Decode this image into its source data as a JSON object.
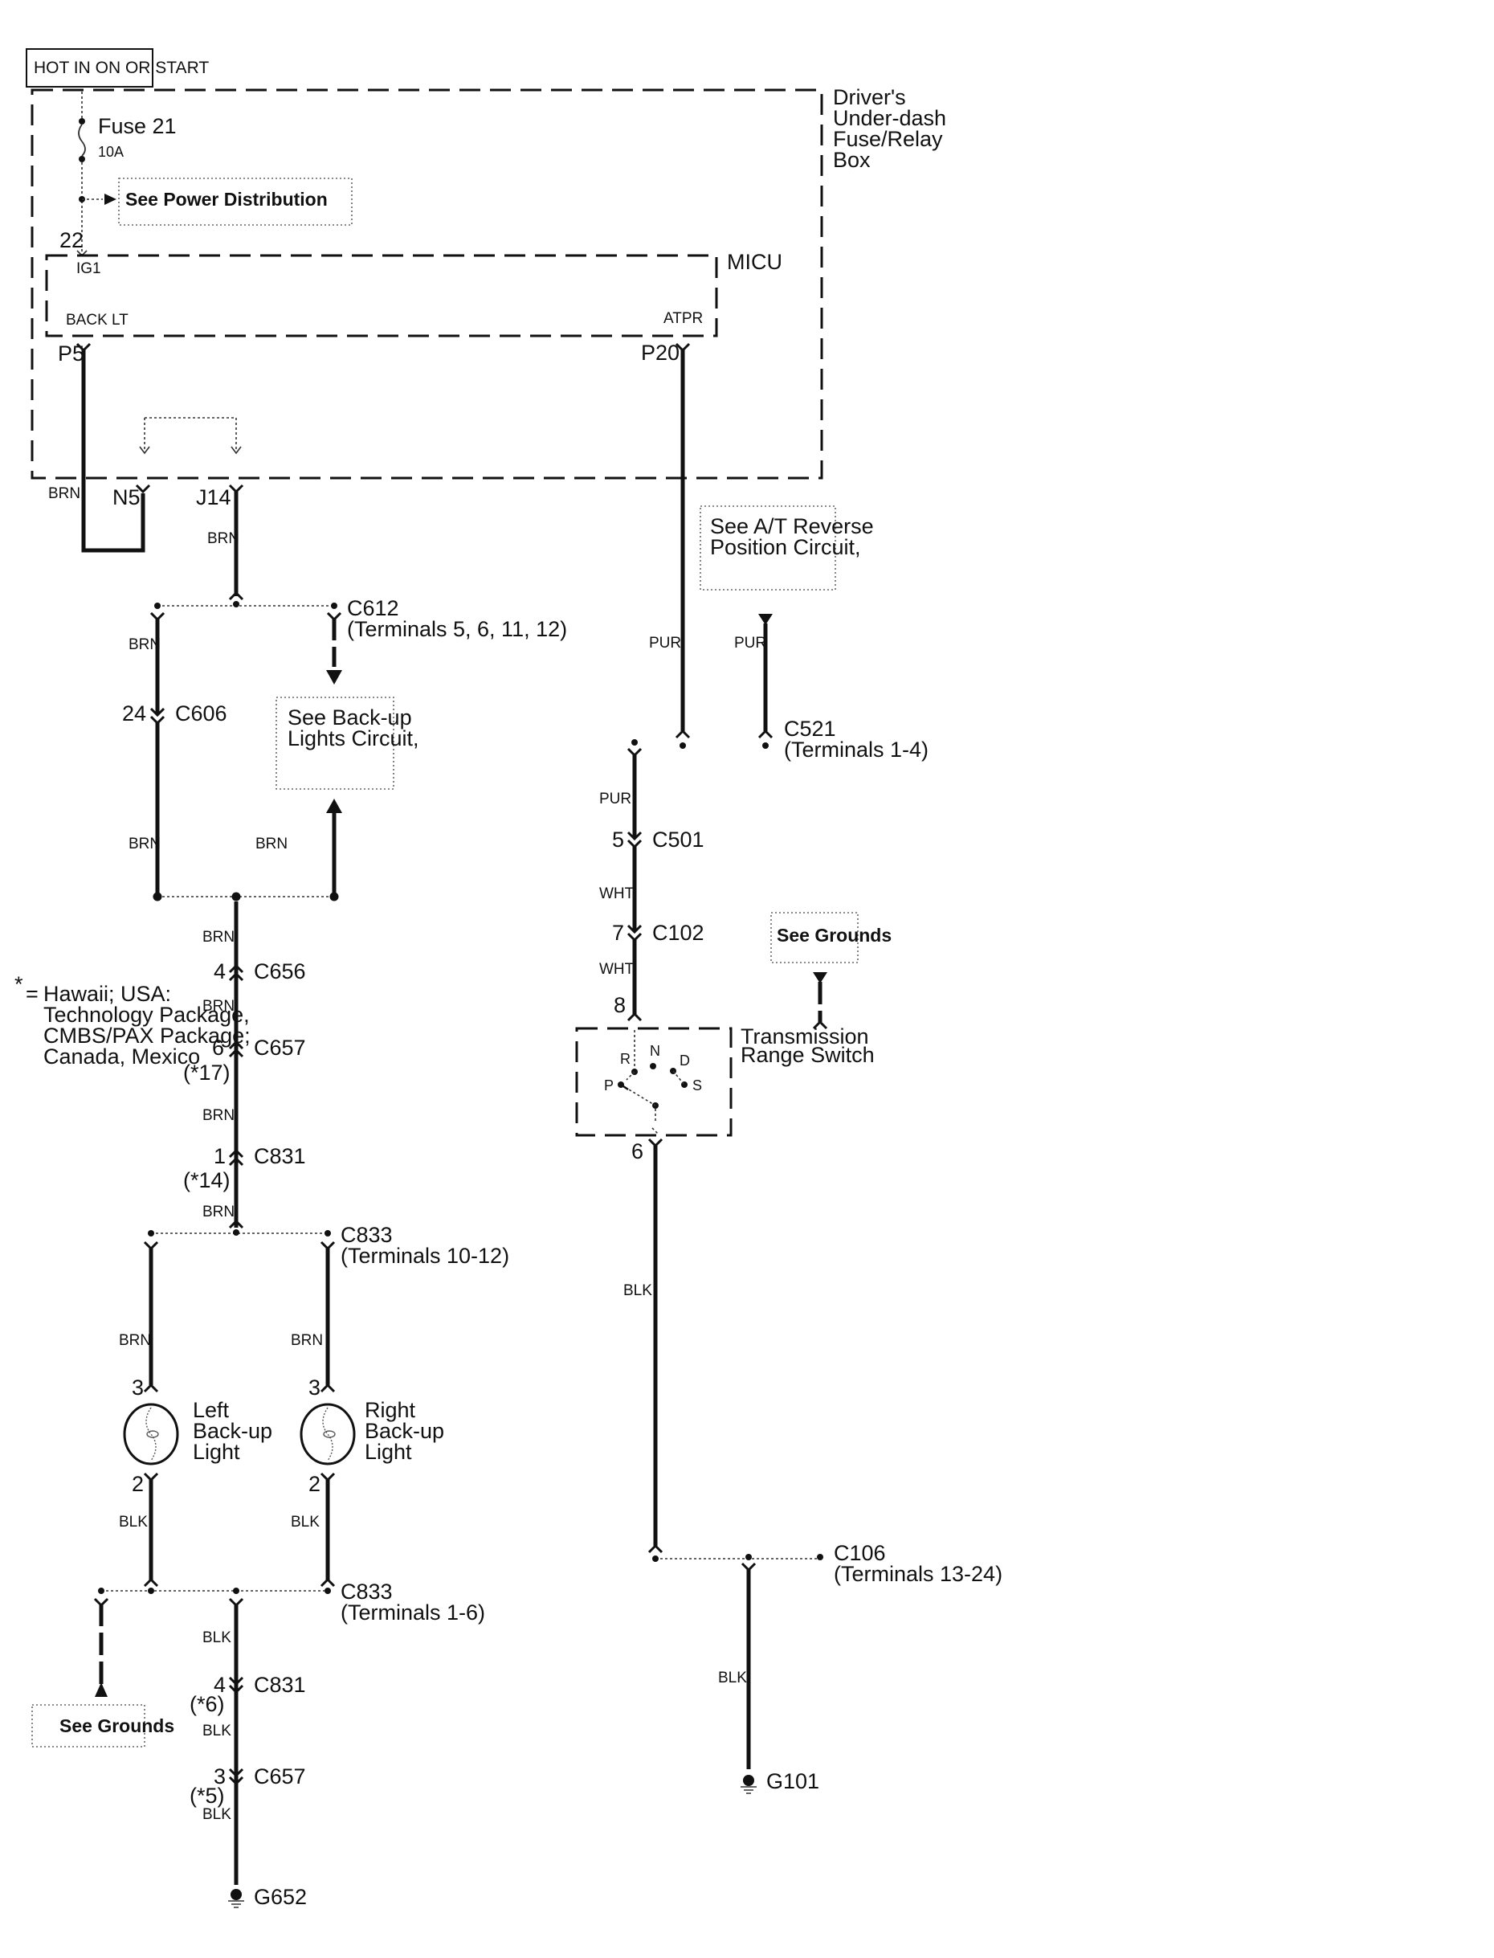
{
  "title_box": "HOT IN ON OR START",
  "fuse_box": {
    "label_lines": [
      "Driver's",
      "Under-dash",
      "Fuse/Relay",
      "Box"
    ],
    "fuse_name": "Fuse 21",
    "fuse_rating": "10A",
    "see_power": "See Power Distribution",
    "pin_22": "22"
  },
  "micu": {
    "label": "MICU",
    "ig1": "IG1",
    "back_lt": "BACK LT",
    "atpr": "ATPR",
    "p5": "P5",
    "p20": "P20",
    "n5": "N5",
    "j14": "J14"
  },
  "wire_colors": {
    "brn": "BRN",
    "pur": "PUR",
    "wht": "WHT",
    "blk": "BLK"
  },
  "connectors": {
    "c612": "C612",
    "c612_terms": "(Terminals 5, 6, 11, 12)",
    "c606": "C606",
    "c606_pin": "24",
    "c656": "C656",
    "c656_pin": "4",
    "c657_top": "C657",
    "c657_top_pin": "6",
    "c657_top_alt": "(*17)",
    "c831_top": "C831",
    "c831_top_pin": "1",
    "c831_top_alt": "(*14)",
    "c833_top": "C833",
    "c833_top_terms": "(Terminals 10-12)",
    "c833_bot": "C833",
    "c833_bot_terms": "(Terminals 1-6)",
    "c831_bot": "C831",
    "c831_bot_pin": "4",
    "c831_bot_alt": "(*6)",
    "c657_bot": "C657",
    "c657_bot_pin": "3",
    "c657_bot_alt": "(*5)",
    "c521": "C521",
    "c521_terms": "(Terminals 1-4)",
    "c501": "C501",
    "c501_pin": "5",
    "c102": "C102",
    "c102_pin": "7",
    "c106": "C106",
    "c106_terms": "(Terminals 13-24)"
  },
  "refs": {
    "backup_lights": [
      "See Back-up",
      "Lights Circuit,"
    ],
    "at_reverse": [
      "See A/T Reverse",
      "Position Circuit,"
    ],
    "grounds": "See Grounds"
  },
  "lights": {
    "left": [
      "Left",
      "Back-up",
      "Light"
    ],
    "right": [
      "Right",
      "Back-up",
      "Light"
    ],
    "pin_in": "3",
    "pin_out": "2"
  },
  "trs": {
    "label_lines": [
      "Transmission",
      "Range Switch"
    ],
    "pin_in": "8",
    "pin_out": "6",
    "positions": [
      "P",
      "R",
      "N",
      "D",
      "S"
    ]
  },
  "grounds": {
    "g652": "G652",
    "g101": "G101"
  },
  "footnote": {
    "mark": "*",
    "eq": "=",
    "lines": [
      "Hawaii; USA:",
      "Technology Package,",
      "CMBS/PAX Package;",
      "Canada, Mexico"
    ]
  }
}
